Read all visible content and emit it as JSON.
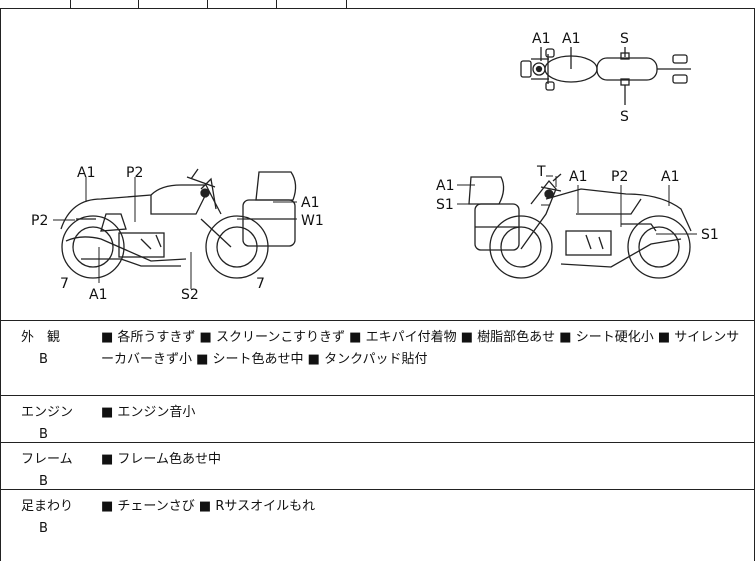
{
  "labels": {
    "top_a1_left": "A1",
    "top_a1_right": "A1",
    "top_s_top": "S",
    "top_s_bottom": "S",
    "l_a1": "A1",
    "l_p2_top": "P2",
    "l_p2_left": "P2",
    "l_a1_right": "A1",
    "l_w1": "W1",
    "l_7_left": "7",
    "l_a1_bottom": "A1",
    "l_s2": "S2",
    "l_7_right": "7",
    "r_t": "T",
    "r_a1_top": "A1",
    "r_p2": "P2",
    "r_a1_far": "A1",
    "r_a1_left": "A1",
    "r_s1_left": "S1",
    "r_s1_right": "S1"
  },
  "rows": [
    {
      "category": "外　観",
      "grade": "B",
      "description": "■ 各所うすきず ■ スクリーンこすりきず ■ エキパイ付着物 ■ 樹脂部色あせ ■ シート硬化小 ■ サイレンサーカバーきず小 ■ シート色あせ中 ■ タンクパッド貼付"
    },
    {
      "category": "エンジン",
      "grade": "B",
      "description": "■ エンジン音小"
    },
    {
      "category": "フレーム",
      "grade": "B",
      "description": "■ フレーム色あせ中"
    },
    {
      "category": "足まわり",
      "grade": "B",
      "description": "■ チェーンさび ■ Rサスオイルもれ"
    }
  ]
}
